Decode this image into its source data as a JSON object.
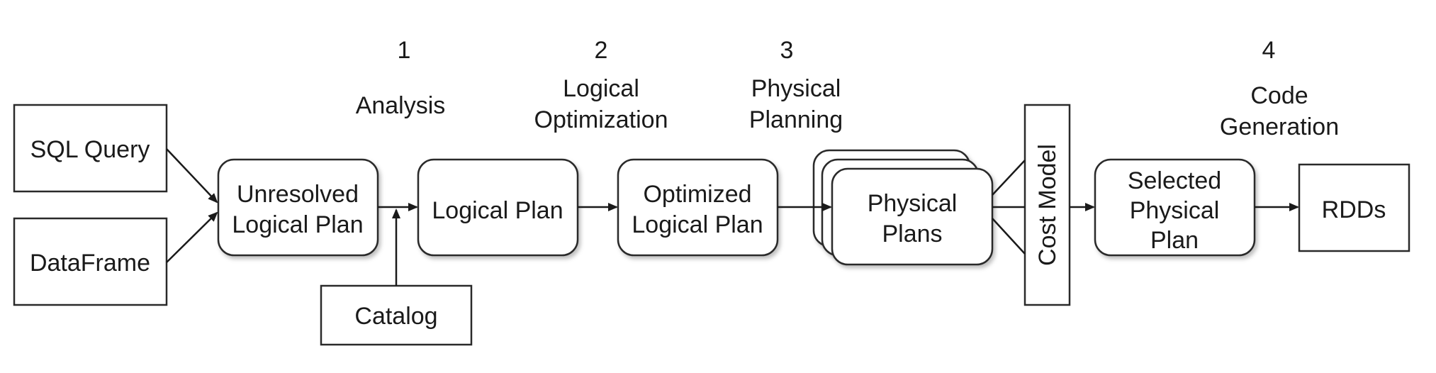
{
  "steps": {
    "s1": {
      "number": "1",
      "line1": "Analysis"
    },
    "s2": {
      "number": "2",
      "line1": "Logical",
      "line2": "Optimization"
    },
    "s3": {
      "number": "3",
      "line1": "Physical",
      "line2": "Planning"
    },
    "s4": {
      "number": "4",
      "line1": "Code",
      "line2": "Generation"
    }
  },
  "nodes": {
    "sql_query": "SQL Query",
    "dataframe": "DataFrame",
    "unresolved": {
      "line1": "Unresolved",
      "line2": "Logical Plan"
    },
    "catalog": "Catalog",
    "logical_plan": "Logical Plan",
    "optimized": {
      "line1": "Optimized",
      "line2": "Logical Plan"
    },
    "physical_plans": {
      "line1": "Physical",
      "line2": "Plans"
    },
    "cost_model": "Cost Model",
    "selected": {
      "line1": "Selected",
      "line2": "Physical",
      "line3": "Plan"
    },
    "rdds": "RDDs"
  }
}
